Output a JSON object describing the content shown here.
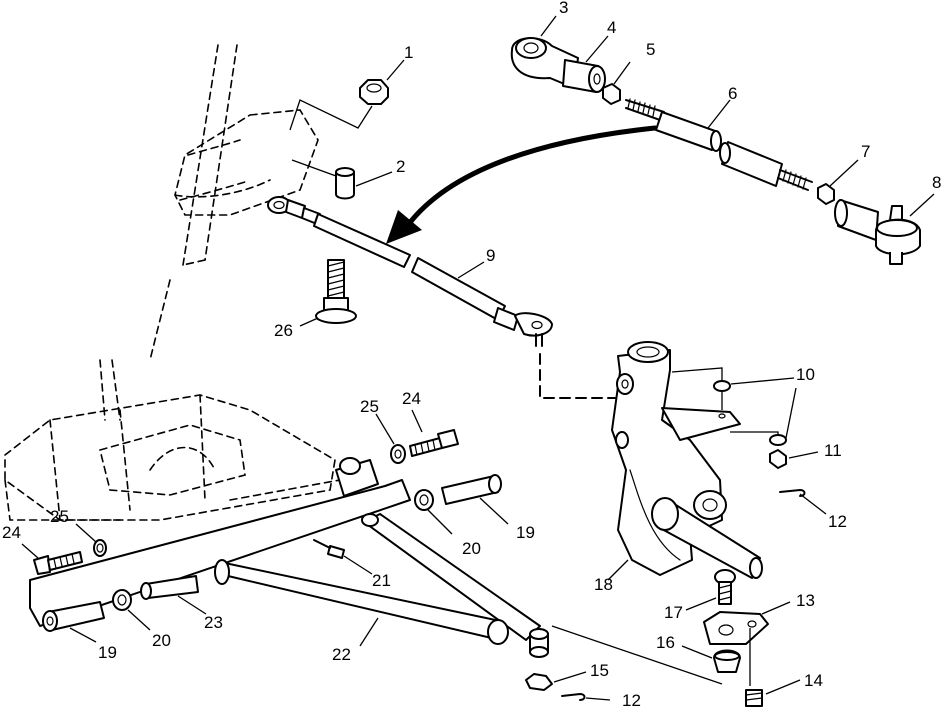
{
  "callouts": [
    {
      "text": "1"
    },
    {
      "text": "2"
    },
    {
      "text": "3"
    },
    {
      "text": "4"
    },
    {
      "text": "5"
    },
    {
      "text": "6"
    },
    {
      "text": "7"
    },
    {
      "text": "8"
    },
    {
      "text": "9"
    },
    {
      "text": "10"
    },
    {
      "text": "11"
    },
    {
      "text": "12"
    },
    {
      "text": "12"
    },
    {
      "text": "13"
    },
    {
      "text": "14"
    },
    {
      "text": "15"
    },
    {
      "text": "16"
    },
    {
      "text": "17"
    },
    {
      "text": "18"
    },
    {
      "text": "19"
    },
    {
      "text": "19"
    },
    {
      "text": "20"
    },
    {
      "text": "20"
    },
    {
      "text": "21"
    },
    {
      "text": "22"
    },
    {
      "text": "23"
    },
    {
      "text": "24"
    },
    {
      "text": "24"
    },
    {
      "text": "25"
    },
    {
      "text": "25"
    },
    {
      "text": "26"
    }
  ]
}
